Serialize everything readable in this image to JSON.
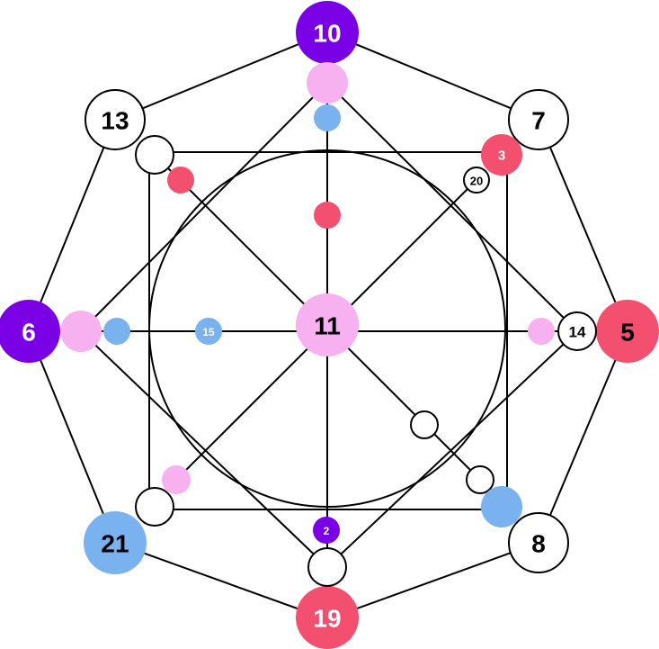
{
  "colors": {
    "purple": "#7a00e6",
    "pink": "#f7b0f0",
    "blue": "#7ab1ef",
    "red": "#f2506e",
    "white": "#ffffff",
    "ink": "#000000"
  },
  "nodes": {
    "n10": "10",
    "n7": "7",
    "n5": "5",
    "n8": "8",
    "n19": "19",
    "n21": "21",
    "n6": "6",
    "n13": "13",
    "n11": "11",
    "n3": "3",
    "n20": "20",
    "n15": "15",
    "n14": "14",
    "n2": "2"
  }
}
